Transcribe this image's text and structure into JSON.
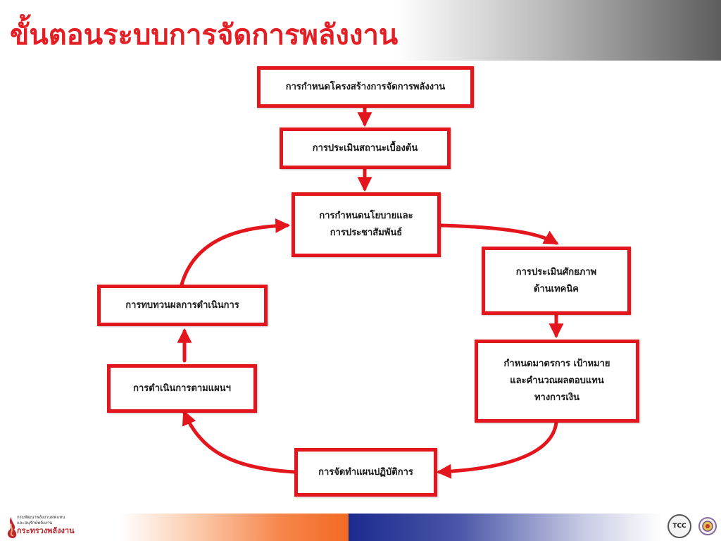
{
  "title": "ขั้นตอนระบบการจัดการพลังงาน",
  "diagram": {
    "steps": [
      "การกำหนดโครงสร้างการจัดการพลังงาน",
      "การประเมินสถานะเบื้องต้น",
      "การกำหนดนโยบายและ\nการประชาสัมพันธ์",
      "การประเมินศักยภาพ\nด้านเทคนิค",
      "กำหนดมาตรการ เป้าหมาย\nและคำนวณผลตอบแทน\nทางการเงิน",
      "การจัดทำแผนปฏิบัติการ",
      "การดำเนินการตามแผนฯ",
      "การทบทวนผลการดำเนินการ"
    ],
    "accent_color": "#e4161d"
  },
  "footer": {
    "org_line1": "กรมพัฒนาพลังงานทดแทน",
    "org_line2": "และอนุรักษ์พลังงาน",
    "ministry": "กระทรวงพลังงาน",
    "logo_text": "TCC"
  }
}
